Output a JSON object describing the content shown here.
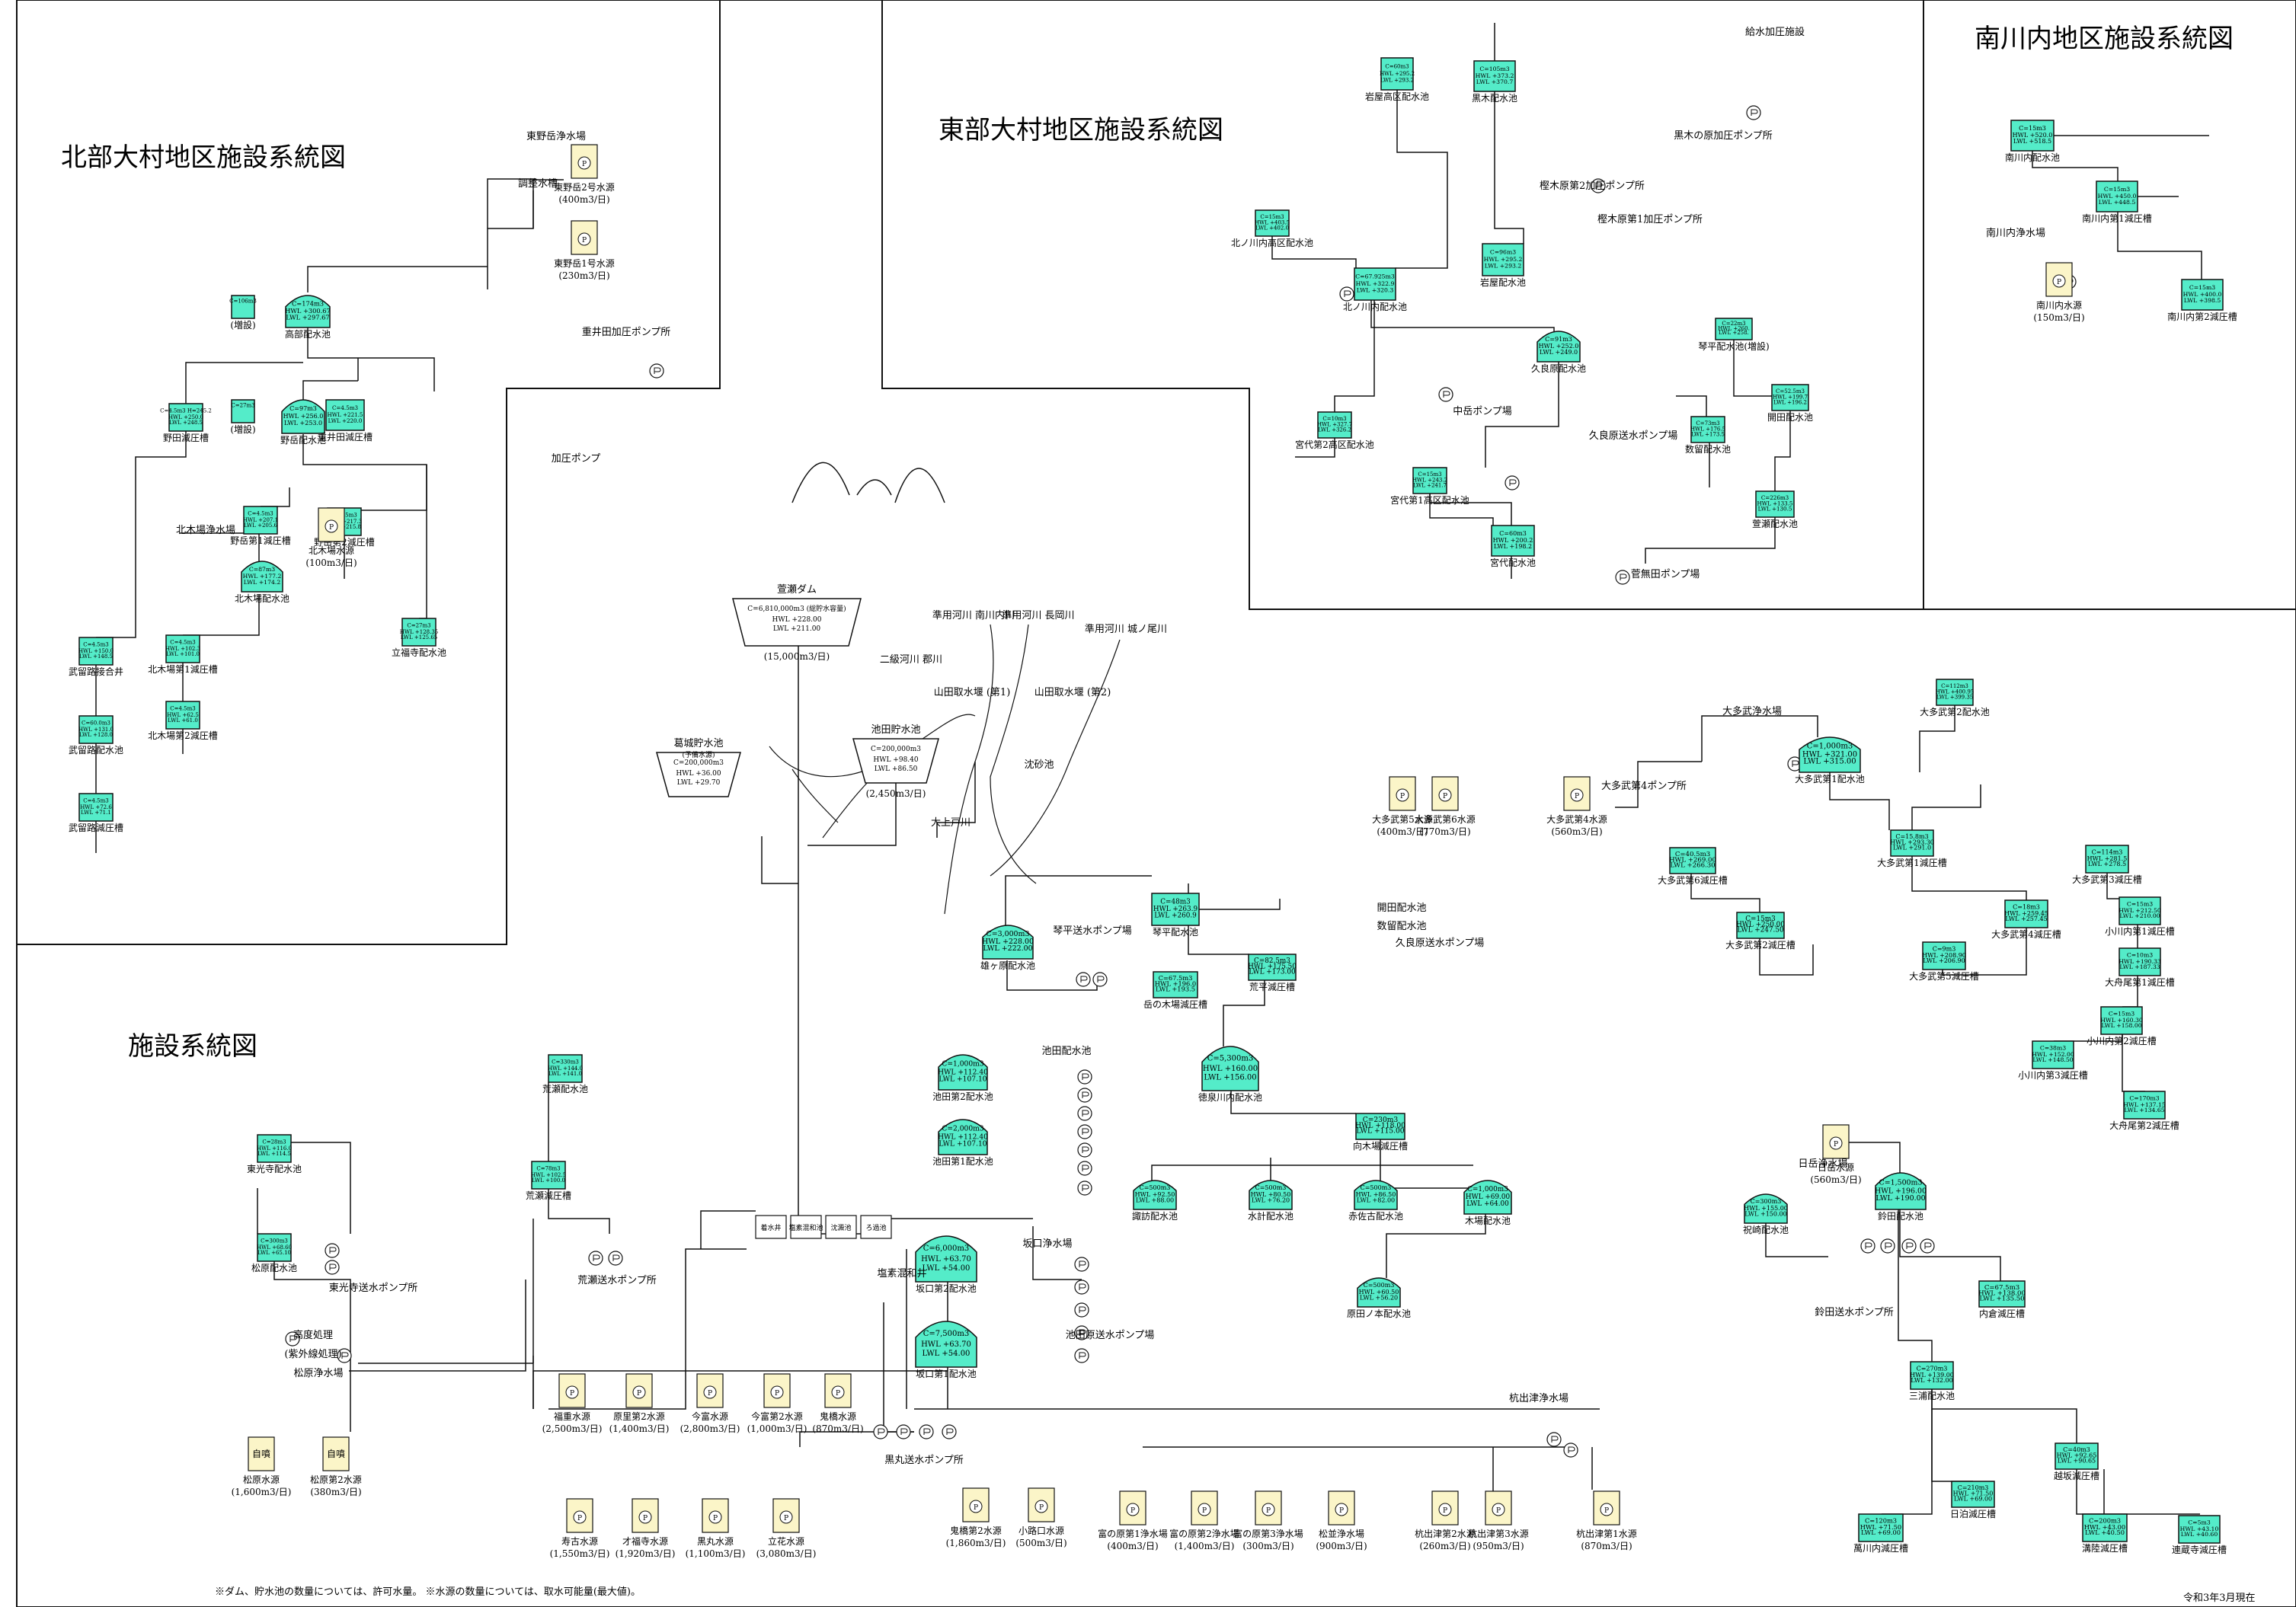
{
  "titles": {
    "north": "北部大村地区施設系統図",
    "east": "東部大村地区施設系統図",
    "minamikawa": "南川内地区施設系統図",
    "main": "施設系統図"
  },
  "footer": {
    "note": "※ダム、貯水池の数量については、許可水量。 ※水源の数量については、取水可能量(最大値)。",
    "date": "令和3年3月現在"
  },
  "colors": {
    "tank": "#54ecc9",
    "source": "#fbf5c8",
    "line": "#111111"
  },
  "dams": [
    {
      "name": "萱瀬ダム",
      "cap": "C=6,810,000m3 (総貯水容量)",
      "hwl": "HWL +228.00",
      "lwl": "LWL +211.00",
      "flow": "(15,000m3/日)"
    },
    {
      "name": "池田貯水池",
      "cap": "C=200,000m3",
      "hwl": "HWL +98.40",
      "lwl": "LWL +86.50",
      "flow": "(2,450m3/日)"
    },
    {
      "name": "葛城貯水池",
      "sub": "(予備水源)",
      "cap": "C=200,000m3",
      "hwl": "HWL +36.00",
      "lwl": "LWL +29.70"
    }
  ],
  "tanks": {
    "north": [
      {
        "name": "高部配水池",
        "cap": "C=174m3",
        "hwl": "HWL +300.67",
        "lwl": "LWL +297.67"
      },
      {
        "name": "(増設)",
        "cap": "C=106m3",
        "hwl": "",
        "lwl": ""
      },
      {
        "name": "野岳配水池",
        "cap": "C=97m3",
        "hwl": "HWL +256.0",
        "lwl": "LWL +253.0"
      },
      {
        "name": "(増設)",
        "cap": "C=27m3",
        "hwl": "",
        "lwl": ""
      },
      {
        "name": "重井田減圧槽",
        "cap": "C=4.5m3",
        "hwl": "HWL +221.5",
        "lwl": "LWL +220.0"
      },
      {
        "name": "野田減圧槽",
        "cap": "C=4.5m3 H=245.2",
        "hwl": "HWL +250.0",
        "lwl": "LWL +248.5"
      },
      {
        "name": "野岳第1減圧槽",
        "cap": "C=4.5m3",
        "hwl": "HWL +207.1",
        "lwl": "LWL +205.6"
      },
      {
        "name": "野岳第2減圧槽",
        "cap": "C=4.5m3",
        "hwl": "HWL +217.3",
        "lwl": "LWL +215.8"
      },
      {
        "name": "北木場配水池",
        "cap": "C=87m3",
        "hwl": "HWL +177.2",
        "lwl": "LWL +174.2"
      },
      {
        "name": "武留路接合井",
        "cap": "C=4.5m3",
        "hwl": "HWL +150.0",
        "lwl": "LWL +148.5"
      },
      {
        "name": "武留路配水池",
        "cap": "C=60.0m3",
        "hwl": "HWL +131.0",
        "lwl": "LWL +128.0"
      },
      {
        "name": "武留路減圧槽",
        "cap": "C=4.5m3",
        "hwl": "HWL +72.6",
        "lwl": "LWL +71.1"
      },
      {
        "name": "北木場第1減圧槽",
        "cap": "C=4.5m3",
        "hwl": "HWL +102.3",
        "lwl": "LWL +101.0"
      },
      {
        "name": "北木場第2減圧槽",
        "cap": "C=4.5m3",
        "hwl": "HWL +62.5",
        "lwl": "LWL +61.0"
      },
      {
        "name": "立福寺配水池",
        "cap": "C=27m3",
        "hwl": "HWL +128.35",
        "lwl": "LWL +125.65"
      }
    ],
    "east": [
      {
        "name": "岩屋高区配水池",
        "cap": "C=60m3",
        "hwl": "HWL +295.2",
        "lwl": "LWL +293.2"
      },
      {
        "name": "黒木配水池",
        "cap": "C=105m3",
        "hwl": "HWL +373.2",
        "lwl": "LWL +370.7"
      },
      {
        "name": "北ノ川内高区配水池",
        "cap": "C=15m3",
        "hwl": "HWL +403.5",
        "lwl": "LWL +402.0"
      },
      {
        "name": "北ノ川内配水池",
        "cap": "C=67.925m3",
        "hwl": "HWL +322.9",
        "lwl": "LWL +320.3"
      },
      {
        "name": "岩屋配水池",
        "cap": "C=96m3",
        "hwl": "HWL +295.2",
        "lwl": "LWL +293.2"
      },
      {
        "name": "久良原配水池",
        "cap": "C=91m3",
        "hwl": "HWL +252.0",
        "lwl": "LWL +249.0"
      },
      {
        "name": "琴平配水池(増設)",
        "cap": "C=22m3",
        "hwl": "HWL +260.",
        "lwl": "LWL +258."
      },
      {
        "name": "宮代第2高区配水池",
        "cap": "C=10m3",
        "hwl": "HWL +327.7",
        "lwl": "LWL +326.2"
      },
      {
        "name": "宮代第1高区配水池",
        "cap": "C=15m3",
        "hwl": "HWL +243.2",
        "lwl": "LWL +241.7"
      },
      {
        "name": "数留配水池",
        "cap": "C=73m3",
        "hwl": "HWL +176.5",
        "lwl": "LWL +173.5"
      },
      {
        "name": "開田配水池",
        "cap": "C=52.5m3",
        "hwl": "HWL +199.7",
        "lwl": "LWL +196.2"
      },
      {
        "name": "宮代配水池",
        "cap": "C=60m3",
        "hwl": "HWL +200.2",
        "lwl": "LWL +198.2"
      },
      {
        "name": "萱瀬配水池",
        "cap": "C=226m3",
        "hwl": "HWL +133.5",
        "lwl": "LWL +130.5"
      }
    ],
    "minamikawa": [
      {
        "name": "南川内配水池",
        "cap": "C=15m3",
        "hwl": "HWL +520.0",
        "lwl": "LWL +518.5"
      },
      {
        "name": "南川内第1減圧槽",
        "cap": "C=15m3",
        "hwl": "HWL +450.0",
        "lwl": "LWL +448.5"
      },
      {
        "name": "南川内第2減圧槽",
        "cap": "C=15m3",
        "hwl": "HWL +400.0",
        "lwl": "LWL +398.5"
      }
    ],
    "main": [
      {
        "name": "荒瀬配水池",
        "cap": "C=330m3",
        "hwl": "HWL +144.0",
        "lwl": "LWL +141.0"
      },
      {
        "name": "荒瀬減圧槽",
        "cap": "C=78m3",
        "hwl": "HWL +102.5",
        "lwl": "LWL +100.0"
      },
      {
        "name": "東光寺配水池",
        "cap": "C=28m3",
        "hwl": "HWL +116.0",
        "lwl": "LWL +114.5"
      },
      {
        "name": "松原配水池",
        "cap": "C=300m3",
        "hwl": "HWL +68.60",
        "lwl": "LWL +65.10"
      },
      {
        "name": "雄ヶ原配水池",
        "cap": "C=3,000m3",
        "hwl": "HWL +228.00",
        "lwl": "LWL +222.00"
      },
      {
        "name": "琴平配水池",
        "cap": "C=48m3",
        "hwl": "HWL +263.9",
        "lwl": "LWL +260.9"
      },
      {
        "name": "岳の木場減圧槽",
        "cap": "C=67.5m3",
        "hwl": "HWL +196.0",
        "lwl": "LWL +193.5"
      },
      {
        "name": "荒平減圧槽",
        "cap": "C=82.5m3",
        "hwl": "HWL +175.50",
        "lwl": "LWL +173.00"
      },
      {
        "name": "池田第2配水池",
        "cap": "C=1,000m3",
        "hwl": "HWL +112.40",
        "lwl": "LWL +107.10"
      },
      {
        "name": "池田第1配水池",
        "cap": "C=2,000m3",
        "hwl": "HWL +112.40",
        "lwl": "LWL +107.10"
      },
      {
        "name": "徳泉川内配水池",
        "cap": "C=5,300m3",
        "hwl": "HWL +160.00",
        "lwl": "LWL +156.00"
      },
      {
        "name": "向木場減圧槽",
        "cap": "C=230m3",
        "hwl": "HWL +118.00",
        "lwl": "LWL +115.00"
      },
      {
        "name": "諏訪配水池",
        "cap": "C=500m3",
        "hwl": "HWL +92.50",
        "lwl": "LWL +88.00"
      },
      {
        "name": "水計配水池",
        "cap": "C=500m3",
        "hwl": "HWL +80.50",
        "lwl": "LWL +76.20"
      },
      {
        "name": "赤佐古配水池",
        "cap": "C=500m3",
        "hwl": "HWL +86.50",
        "lwl": "LWL +82.00"
      },
      {
        "name": "木場配水池",
        "cap": "C=1,000m3",
        "hwl": "HWL +69.00",
        "lwl": "LWL +64.00"
      },
      {
        "name": "原田ノ本配水池",
        "cap": "C=500m3",
        "hwl": "HWL +60.50",
        "lwl": "LWL +56.20"
      },
      {
        "name": "坂口第2配水池",
        "cap": "C=6,000m3",
        "hwl": "HWL +63.70",
        "lwl": "LWL +54.00"
      },
      {
        "name": "坂口第1配水池",
        "cap": "C=7,500m3",
        "hwl": "HWL +63.70",
        "lwl": "LWL +54.00"
      },
      {
        "name": "大多武第2配水池",
        "cap": "C=112m3",
        "hwl": "HWL +400.95",
        "lwl": "LWL +399.35"
      },
      {
        "name": "大多武第1配水池",
        "cap": "C=1,000m3",
        "hwl": "HWL +321.00",
        "lwl": "LWL +315.00"
      },
      {
        "name": "大多武第1減圧槽",
        "cap": "C=15.8m3",
        "hwl": "HWL +293.30",
        "lwl": "LWL +291.0"
      },
      {
        "name": "大多武第6減圧槽",
        "cap": "C=40.5m3",
        "hwl": "HWL +269.00",
        "lwl": "LWL +266.30"
      },
      {
        "name": "大多武第2減圧槽",
        "cap": "C=15m3",
        "hwl": "HWL +250.00",
        "lwl": "LWL +247.50"
      },
      {
        "name": "大多武第3減圧槽",
        "cap": "C=114m3",
        "hwl": "HWL +281.5",
        "lwl": "LWL +278.5"
      },
      {
        "name": "大多武第4減圧槽",
        "cap": "C=18m3",
        "hwl": "HWL +259.45",
        "lwl": "LWL +257.45"
      },
      {
        "name": "小川内第1減圧槽",
        "cap": "C=15m3",
        "hwl": "HWL +212.50",
        "lwl": "LWL +210.00"
      },
      {
        "name": "大多武第5減圧槽",
        "cap": "C=9m3",
        "hwl": "HWL +208.90",
        "lwl": "LWL +206.90"
      },
      {
        "name": "大舟尾第1減圧槽",
        "cap": "C=10m3",
        "hwl": "HWL +190.33",
        "lwl": "LWL +187.33"
      },
      {
        "name": "小川内第2減圧槽",
        "cap": "C=15m3",
        "hwl": "HWL +160.30",
        "lwl": "LWL +158.00"
      },
      {
        "name": "小川内第3減圧槽",
        "cap": "C=38m3",
        "hwl": "HWL +152.00",
        "lwl": "LWL +148.50"
      },
      {
        "name": "大舟尾第2減圧槽",
        "cap": "C=170m3",
        "hwl": "HWL +137.15",
        "lwl": "LWL +134.65"
      },
      {
        "name": "祝崎配水池",
        "cap": "C=300m3",
        "hwl": "HWL +155.00",
        "lwl": "LWL +150.00"
      },
      {
        "name": "鈴田配水池",
        "cap": "C=1,500m3",
        "hwl": "HWL +196.00",
        "lwl": "LWL +190.00"
      },
      {
        "name": "内倉減圧槽",
        "cap": "C=67.5m3",
        "hwl": "HWL +138.00",
        "lwl": "LWL +135.50"
      },
      {
        "name": "三浦配水池",
        "cap": "C=270m3",
        "hwl": "HWL +139.00",
        "lwl": "LWL +132.00"
      },
      {
        "name": "越坂減圧槽",
        "cap": "C=40m3",
        "hwl": "HWL +92.65",
        "lwl": "LWL +90.65"
      },
      {
        "name": "日泊減圧槽",
        "cap": "C=210m3",
        "hwl": "HWL +71.50",
        "lwl": "LWL +69.00"
      },
      {
        "name": "萬川内減圧槽",
        "cap": "C=120m3",
        "hwl": "HWL +71.50",
        "lwl": "LWL +69.00"
      },
      {
        "name": "溝陸減圧槽",
        "cap": "C=200m3",
        "hwl": "HWL +43.00",
        "lwl": "LWL +40.50"
      },
      {
        "name": "連蔵寺減圧槽",
        "cap": "C=5m3",
        "hwl": "HWL +43.10",
        "lwl": "LWL +40.60"
      }
    ]
  },
  "sources": {
    "north": [
      {
        "name": "東野岳2号水源",
        "flow": "(400m3/日)"
      },
      {
        "name": "東野岳1号水源",
        "flow": "(230m3/日)"
      },
      {
        "name": "北木場水源",
        "flow": "(100m3/日)"
      }
    ],
    "east": [
      {
        "name": "南川内水源",
        "flow": "(150m3/日)"
      }
    ],
    "main_top": [
      {
        "name": "大多武第5水源",
        "flow": "(400m3/日)"
      },
      {
        "name": "大多武第6水源",
        "flow": "(770m3/日)"
      },
      {
        "name": "大多武第4水源",
        "flow": "(560m3/日)"
      },
      {
        "name": "日岳水源",
        "flow": "(560m3/日)"
      }
    ],
    "row1": [
      {
        "name": "福重水源",
        "flow": "(2,500m3/日)"
      },
      {
        "name": "原里第2水源",
        "flow": "(1,400m3/日)"
      },
      {
        "name": "今富水源",
        "flow": "(2,800m3/日)"
      },
      {
        "name": "今富第2水源",
        "flow": "(1,000m3/日)"
      },
      {
        "name": "鬼橋水源",
        "flow": "(870m3/日)"
      }
    ],
    "row2": [
      {
        "name": "寿古水源",
        "flow": "(1,550m3/日)"
      },
      {
        "name": "才福寺水源",
        "flow": "(1,920m3/日)"
      },
      {
        "name": "黒丸水源",
        "flow": "(1,100m3/日)"
      },
      {
        "name": "立花水源",
        "flow": "(3,080m3/日)"
      },
      {
        "name": "鬼橋第2水源",
        "flow": "(1,860m3/日)"
      },
      {
        "name": "小路口水源",
        "flow": "(500m3/日)"
      }
    ],
    "row3": [
      {
        "name": "富の原第1浄水場",
        "flow": "(400m3/日)"
      },
      {
        "name": "富の原第2浄水場",
        "flow": "(1,400m3/日)"
      },
      {
        "name": "富の原第3浄水場",
        "flow": "(300m3/日)"
      },
      {
        "name": "松並浄水場",
        "flow": "(900m3/日)"
      },
      {
        "name": "杭出津第2水源",
        "flow": "(260m3/日)"
      },
      {
        "name": "杭出津第3水源",
        "flow": "(950m3/日)"
      },
      {
        "name": "杭出津第1水源",
        "flow": "(870m3/日)"
      }
    ],
    "matsubara": [
      {
        "name": "松原水源",
        "flow": "(1,600m3/日)",
        "tag": "自噴"
      },
      {
        "name": "松原第2水源",
        "flow": "(380m3/日)",
        "tag": "自噴"
      }
    ]
  },
  "labels": {
    "north_plant": "東野岳浄水場",
    "adj_tank": "調整水槽",
    "kitakoba_plant": "北木場浄水場",
    "kasai_pump": "加圧ポンプ",
    "shigeida_pump": "重井田加圧ポンプ所",
    "kaiso": "給水加圧施設",
    "kuroki_pump1": "黒木の原加圧ポンプ所",
    "kuroki_pump2": "樫木原第2加圧ポンプ所",
    "kuroki_pump3": "樫木原第1加圧ポンプ所",
    "nakadake_pump": "中岳ポンプ場",
    "kurahara_pump": "久良原送水ポンプ場",
    "sugamuta_pump": "菅無田ポンプ場",
    "minamikawa_plant": "南川内浄水場",
    "ootake_plant": "大多武浄水場",
    "ootake_pump": "大多武第4ポンプ所",
    "sakaguchi": "坂口浄水場",
    "ikeda_main": "池田配水池",
    "ikeda_pump": "池田原送水ポンプ場",
    "kotohira_pump": "琴平送水ポンプ場",
    "kuromaru_pump": "黒丸送水ポンプ所",
    "arase_pump": "荒瀬送水ポンプ所",
    "tokoji_pump": "東光寺送水ポンプ所",
    "matsubara_plant": "松原浄水場",
    "adv": "高度処理",
    "uv": "(紫外線処理)",
    "kuidetsu": "杭出津浄水場",
    "suzuta_pump": "鈴田送水ポンプ所",
    "higatake": "日岳浄水場",
    "river1": "二級河川 郡川",
    "river2": "準用河川 南川内川",
    "river3": "準用河川 長岡川",
    "river4": "準用河川 城ノ尾川",
    "river5": "大上戸川",
    "intake1": "山田取水堰 (第1)",
    "intake2": "山田取水堰 (第2)",
    "sinker": "沈砂池",
    "plant_steps": [
      "着水井",
      "塩素混和池",
      "沈澱池",
      "ろ過池"
    ],
    "mixing": "塩素混和井",
    "kaizan": "開田配水池",
    "kazutome": "数留配水池",
    "kurahara": "久良原送水ポンプ場"
  }
}
